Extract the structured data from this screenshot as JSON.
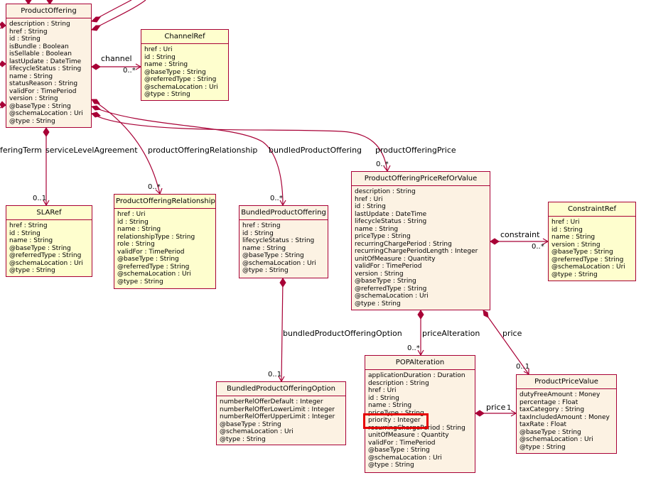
{
  "classes": {
    "product_offering": {
      "name": "ProductOffering",
      "attributes": [
        "description : String",
        "href : String",
        "id : String",
        "isBundle : Boolean",
        "isSellable : Boolean",
        "lastUpdate : DateTime",
        "lifecycleStatus : String",
        "name : String",
        "statusReason : String",
        "validFor : TimePeriod",
        "version : String",
        "@baseType : String",
        "@schemaLocation : Uri",
        "@type : String"
      ]
    },
    "channel_ref": {
      "name": "ChannelRef",
      "attributes": [
        "href : Uri",
        "id : String",
        "name : String",
        "@baseType : String",
        "@referredType : String",
        "@schemaLocation : Uri",
        "@type : String"
      ]
    },
    "sla_ref": {
      "name": "SLARef",
      "attributes": [
        "href : String",
        "id : String",
        "name : String",
        "@baseType : String",
        "@referredType : String",
        "@schemaLocation : Uri",
        "@type : String"
      ]
    },
    "product_offering_relationship": {
      "name": "ProductOfferingRelationship",
      "attributes": [
        "href : Uri",
        "id : String",
        "name : String",
        "relationshipType : String",
        "role : String",
        "validFor : TimePeriod",
        "@baseType : String",
        "@referredType : String",
        "@schemaLocation : Uri",
        "@type : String"
      ]
    },
    "bundled_product_offering": {
      "name": "BundledProductOffering",
      "attributes": [
        "href : String",
        "id : String",
        "lifecycleStatus : String",
        "name : String",
        "@baseType : String",
        "@schemaLocation : Uri",
        "@type : String"
      ]
    },
    "popr_value": {
      "name": "ProductOfferingPriceRefOrValue",
      "attributes": [
        "description : String",
        "href : Uri",
        "id : String",
        "lastUpdate : DateTime",
        "lifecycleStatus : String",
        "name : String",
        "priceType : String",
        "recurringChargePeriod : String",
        "recurringChargePeriodLength : Integer",
        "unitOfMeasure : Quantity",
        "validFor : TimePeriod",
        "version : String",
        "@baseType : String",
        "@referredType : String",
        "@schemaLocation : Uri",
        "@type : String"
      ]
    },
    "constraint_ref": {
      "name": "ConstraintRef",
      "attributes": [
        "href : Uri",
        "id : String",
        "name : String",
        "version : String",
        "@baseType : String",
        "@referredType : String",
        "@schemaLocation : Uri",
        "@type : String"
      ]
    },
    "bpo_option": {
      "name": "BundledProductOfferingOption",
      "attributes": [
        "numberRelOfferDefault : Integer",
        "numberRelOfferLowerLimit : Integer",
        "numberRelOfferUpperLimit : Integer",
        "@baseType : String",
        "@schemaLocation : Uri",
        "@type : String"
      ]
    },
    "pop_alteration": {
      "name": "POPAlteration",
      "attributes": [
        "applicationDuration : Duration",
        "description : String",
        "href : Uri",
        "id : String",
        "name : String",
        "priceType : String",
        "priority : Integer",
        "recurringChargePeriod : String",
        "unitOfMeasure : Quantity",
        "validFor : TimePeriod",
        "@baseType : String",
        "@schemaLocation : Uri",
        "@type : String"
      ]
    },
    "product_price_value": {
      "name": "ProductPriceValue",
      "attributes": [
        "dutyFreeAmount : Money",
        "percentage : Float",
        "taxCategory : String",
        "taxIncludedAmount : Money",
        "taxRate : Float",
        "@baseType : String",
        "@schemaLocation : Uri",
        "@type : String"
      ]
    }
  },
  "edges": {
    "channel": {
      "label": "channel",
      "mult": "0..*"
    },
    "offering_term": {
      "label": "feringTerm"
    },
    "service_level_agreement": {
      "label": "serviceLevelAgreement",
      "mult": "0..1"
    },
    "product_offering_relationship": {
      "label": "productOfferingRelationship",
      "mult": "0..*"
    },
    "bundled_product_offering": {
      "label": "bundledProductOffering",
      "mult": "0..*"
    },
    "product_offering_price": {
      "label": "productOfferingPrice",
      "mult": "0..*"
    },
    "constraint": {
      "label": "constraint",
      "mult": "0..*"
    },
    "bundled_product_offering_option": {
      "label": "bundledProductOfferingOption",
      "mult": "0..1"
    },
    "price_alteration": {
      "label": "priceAlteration",
      "mult": "0..*"
    },
    "price": {
      "label": "price",
      "mult": "0..1"
    },
    "alteration_price": {
      "label": "price",
      "mult": "1"
    }
  },
  "highlight": {
    "color": "#E60000",
    "target": "priority : Integer"
  },
  "colors": {
    "border": "#A80036",
    "entity_fill": "#FCF2E3",
    "ref_fill": "#FEFECE"
  }
}
